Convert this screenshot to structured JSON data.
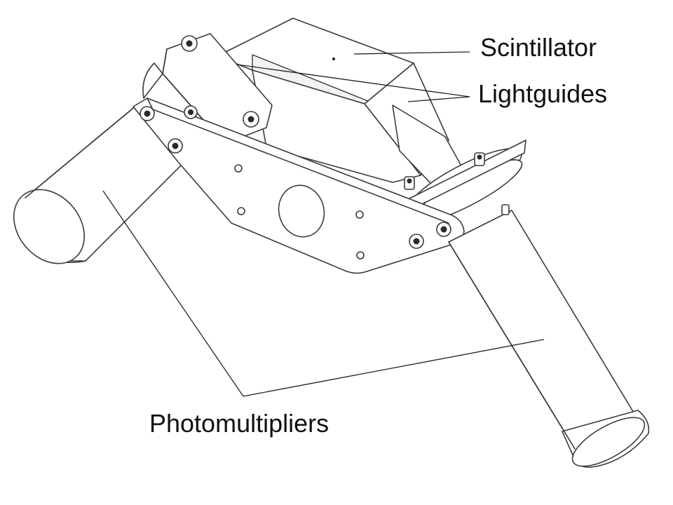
{
  "figure": {
    "labels": {
      "scintillator": "Scintillator",
      "lightguides": "Lightguides",
      "photomultipliers": "Photomultipliers"
    },
    "icons": [
      "screw-icon",
      "mounting-hole-icon"
    ]
  }
}
